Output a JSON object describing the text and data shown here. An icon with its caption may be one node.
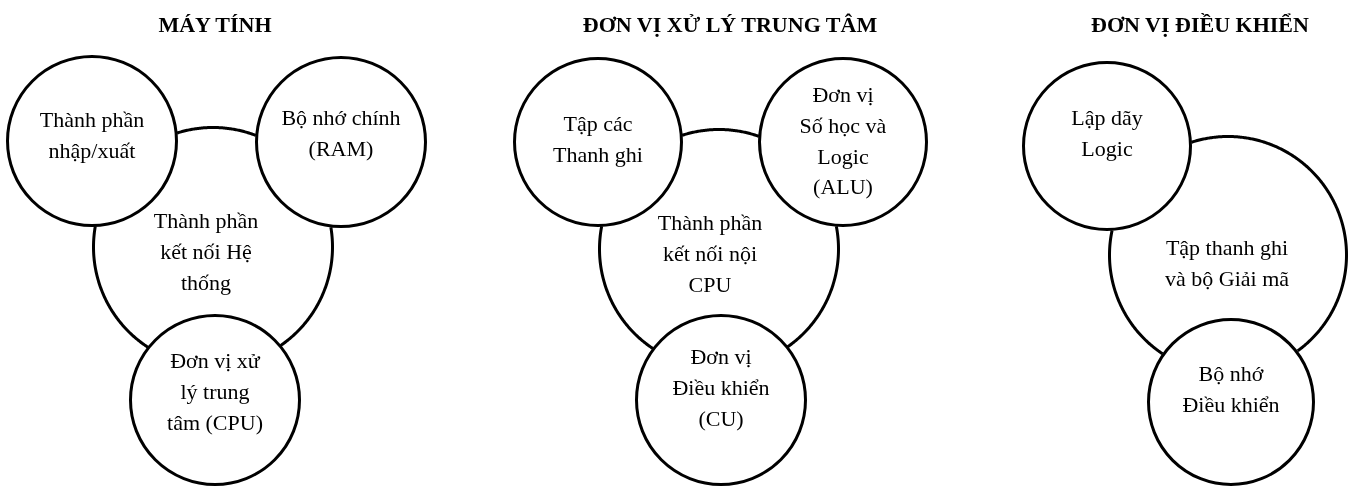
{
  "diagram": {
    "nodes": [
      {
        "text": [
          "Thành phần nhập/xuất"
        ]
      },
      {
        "text": [
          "Bộ nhớ chính (RAM)"
        ]
      },
      {
        "text": [
          "Thành phần kết nối Hệ thống"
        ]
      },
      {
        "text": [
          "Đơn vị xử lý trung tâm (CPU)"
        ]
      },
      {
        "text": [
          "Tập các Thanh ghi"
        ]
      },
      {
        "text": [
          "Đơn vị Số học và Logic (ALU)"
        ]
      },
      {
        "text": [
          "Thành phần kết nối nội CPU"
        ]
      },
      {
        "text": [
          "Đơn vị Điều khiển (CU)"
        ]
      },
      {
        "text": [
          "Lập dãy Logic"
        ]
      },
      {
        "text": [
          "Tập thanh ghi và bộ Giải mã"
        ]
      },
      {
        "text": [
          "Bộ nhớ Điều khiển"
        ]
      }
    ],
    "labels": [
      "MÁY TÍNH",
      "ĐƠN VỊ XỬ LÝ TRUNG TÂM",
      "ĐƠN VỊ ĐIỀU KHIỂN"
    ]
  }
}
